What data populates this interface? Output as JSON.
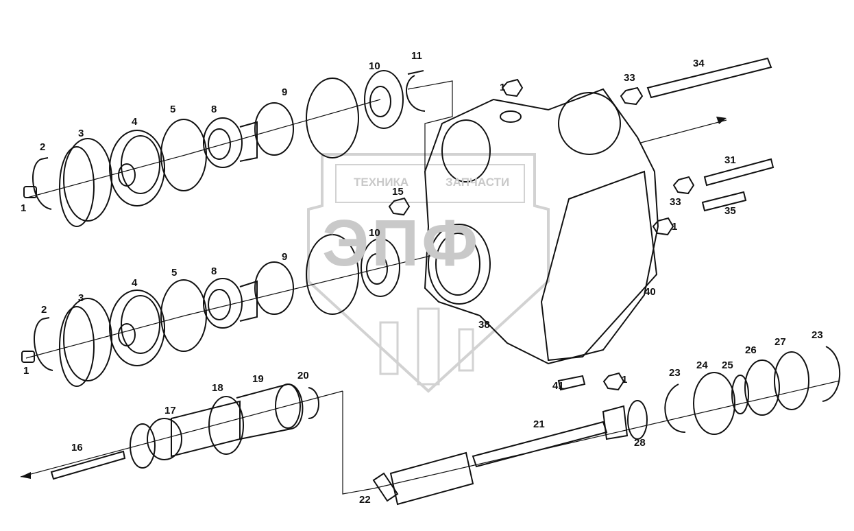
{
  "watermark": {
    "brand_left": "ТЕХНИКА",
    "brand_right": "ЗАПЧАСТИ",
    "letters": "ЭПФ"
  },
  "callouts": [
    {
      "id": "c1a",
      "text": "1"
    },
    {
      "id": "c2a",
      "text": "2"
    },
    {
      "id": "c3a",
      "text": "3"
    },
    {
      "id": "c4a",
      "text": "4"
    },
    {
      "id": "c5a",
      "text": "5"
    },
    {
      "id": "c8a",
      "text": "8"
    },
    {
      "id": "c9a",
      "text": "9"
    },
    {
      "id": "c10a",
      "text": "10"
    },
    {
      "id": "c11",
      "text": "11"
    },
    {
      "id": "c1b",
      "text": "1"
    },
    {
      "id": "c33a",
      "text": "33"
    },
    {
      "id": "c34",
      "text": "34"
    },
    {
      "id": "c31",
      "text": "31"
    },
    {
      "id": "c33b",
      "text": "33"
    },
    {
      "id": "c35",
      "text": "35"
    },
    {
      "id": "c15",
      "text": "15"
    },
    {
      "id": "c1c",
      "text": "1"
    },
    {
      "id": "c40",
      "text": "40"
    },
    {
      "id": "c10b",
      "text": "10"
    },
    {
      "id": "c9b",
      "text": "9"
    },
    {
      "id": "c4b",
      "text": "4"
    },
    {
      "id": "c5b",
      "text": "5"
    },
    {
      "id": "c8b",
      "text": "8"
    },
    {
      "id": "c3b",
      "text": "3"
    },
    {
      "id": "c2b",
      "text": "2"
    },
    {
      "id": "c1d",
      "text": "1"
    },
    {
      "id": "c38",
      "text": "38"
    },
    {
      "id": "c41",
      "text": "41"
    },
    {
      "id": "c1e",
      "text": "1"
    },
    {
      "id": "c20",
      "text": "20"
    },
    {
      "id": "c19",
      "text": "19"
    },
    {
      "id": "c18",
      "text": "18"
    },
    {
      "id": "c17",
      "text": "17"
    },
    {
      "id": "c16",
      "text": "16"
    },
    {
      "id": "c21",
      "text": "21"
    },
    {
      "id": "c22",
      "text": "22"
    },
    {
      "id": "c23a",
      "text": "23"
    },
    {
      "id": "c24",
      "text": "24"
    },
    {
      "id": "c25",
      "text": "25"
    },
    {
      "id": "c26",
      "text": "26"
    },
    {
      "id": "c27",
      "text": "27"
    },
    {
      "id": "c23b",
      "text": "23"
    },
    {
      "id": "c28",
      "text": "28"
    }
  ]
}
